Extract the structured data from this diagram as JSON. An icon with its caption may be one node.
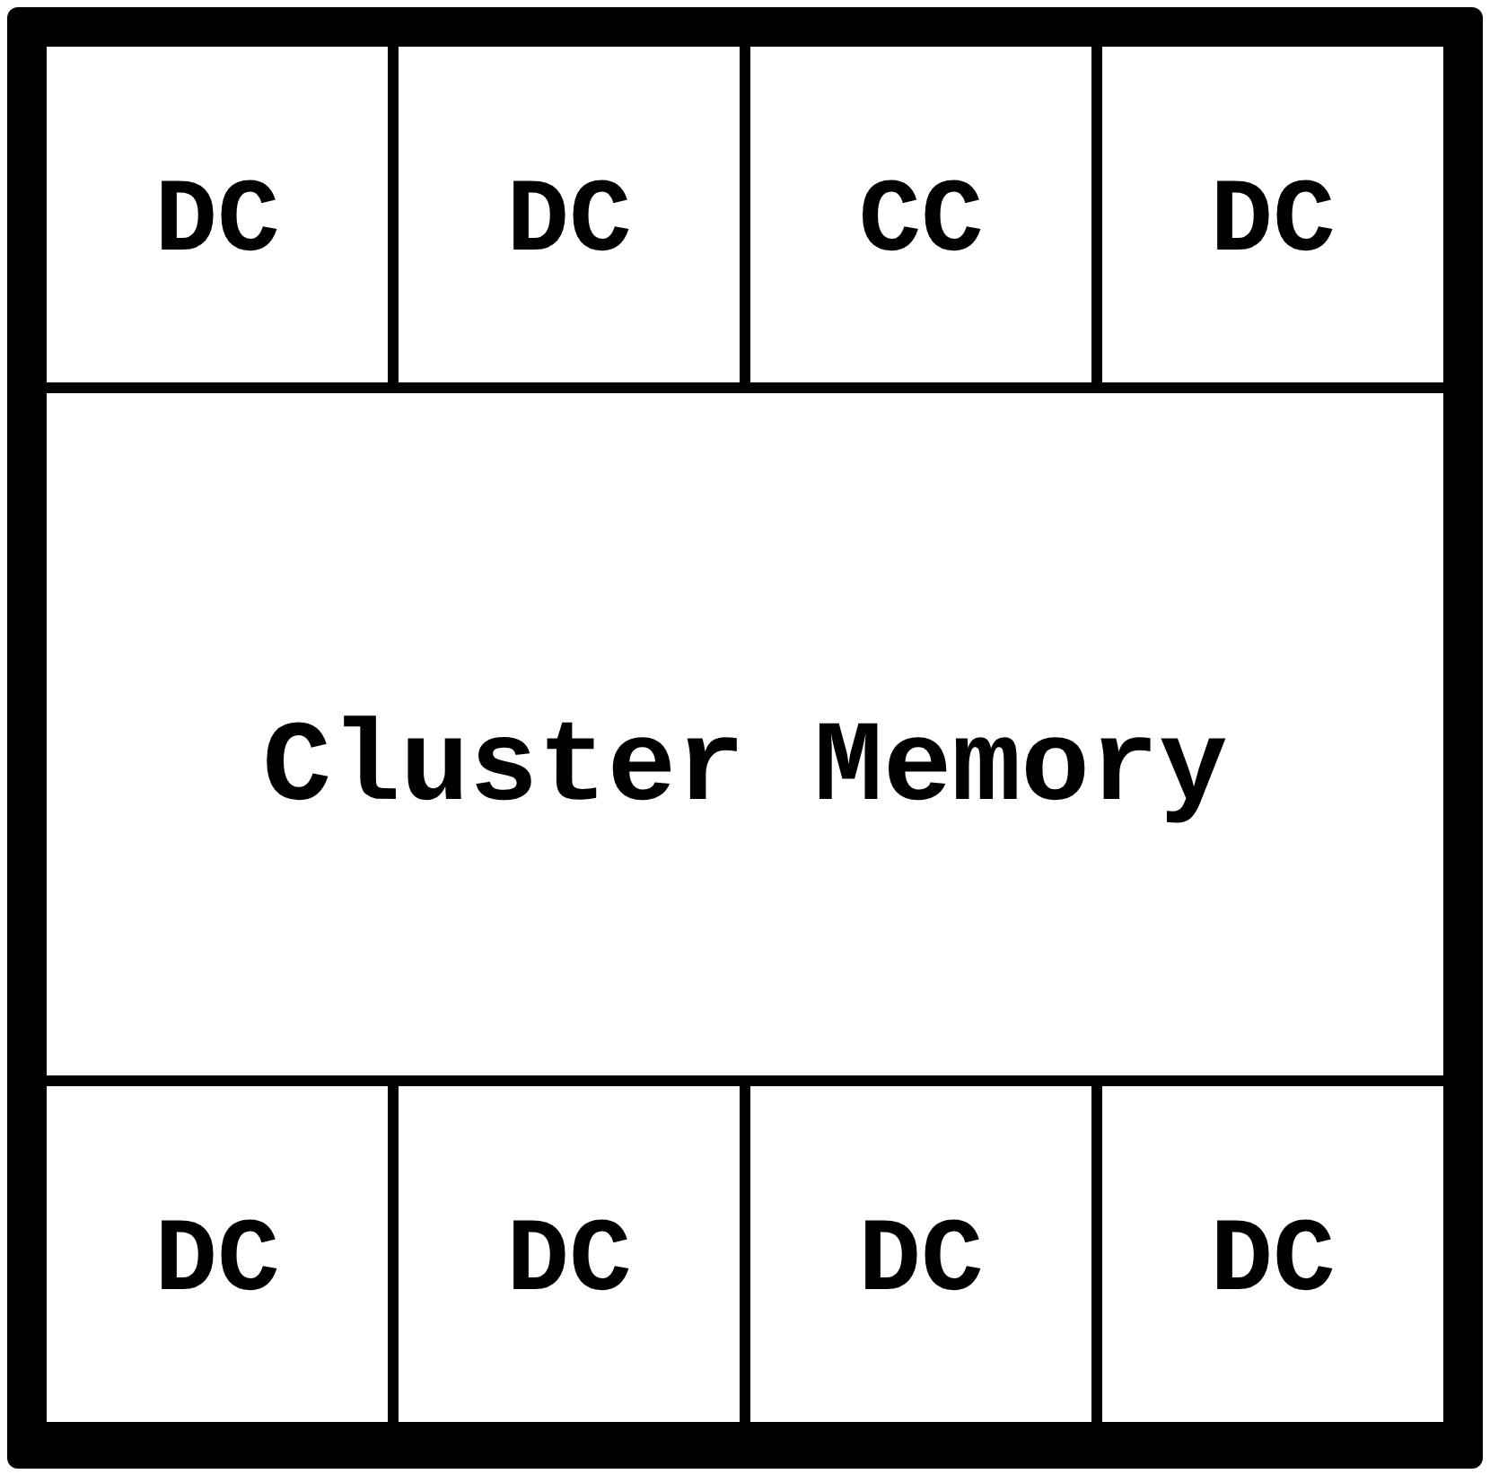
{
  "diagram": {
    "nodes": [
      {
        "text": [],
        "shape": "box"
      },
      {
        "text": [
          "DC"
        ],
        "in": 0
      },
      {
        "text": [
          "DC"
        ],
        "in": 0
      },
      {
        "text": [
          "CC"
        ],
        "in": 0
      },
      {
        "text": [
          "DC"
        ],
        "in": 0
      },
      {
        "text": [
          "Cluster Memory"
        ],
        "in": 0
      },
      {
        "text": [
          "DC"
        ],
        "in": 0
      },
      {
        "text": [
          "DC"
        ],
        "in": 0
      },
      {
        "text": [
          "DC"
        ],
        "in": 0
      },
      {
        "text": [
          "DC"
        ],
        "in": 0
      }
    ]
  }
}
